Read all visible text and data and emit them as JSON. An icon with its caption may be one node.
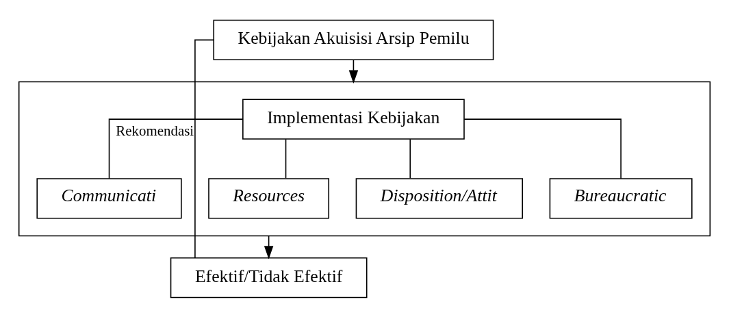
{
  "diagram": {
    "nodes": [
      {
        "text": [
          "Kebijakan Akuisisi Arsip Pemilu"
        ]
      },
      {
        "text": [],
        "shape": "box"
      },
      {
        "text": [
          "Implementasi Kebijakan"
        ],
        "in": 1
      },
      {
        "text": [
          "Communicati"
        ],
        "in": 1
      },
      {
        "text": [
          "Resources"
        ],
        "in": 1
      },
      {
        "text": [
          "Disposition/Attit"
        ],
        "in": 1
      },
      {
        "text": [
          "Bureaucratic"
        ],
        "in": 1
      },
      {
        "text": [
          "Efektif/Tidak Efektif"
        ]
      }
    ],
    "edges": [
      {
        "from": 0,
        "to": 1,
        "arrow": "to"
      },
      {
        "from": 2,
        "to": 3,
        "arrow": "none"
      },
      {
        "from": 2,
        "to": 4,
        "arrow": "none"
      },
      {
        "from": 2,
        "to": 5,
        "arrow": "none"
      },
      {
        "from": 2,
        "to": 6,
        "arrow": "none"
      },
      {
        "from": 1,
        "to": 7,
        "arrow": "to"
      },
      {
        "from": 7,
        "to": 0,
        "label": "Rekomendasi",
        "arrow": "none"
      }
    ]
  }
}
